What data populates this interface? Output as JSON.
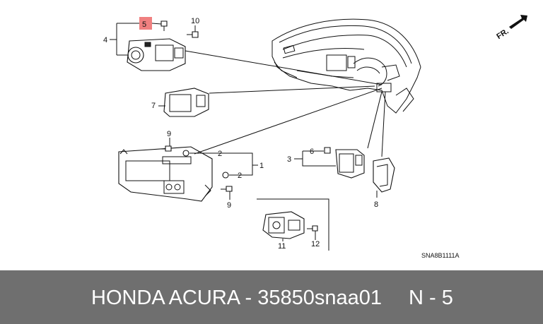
{
  "callouts": {
    "n1": "1",
    "n2a": "2",
    "n2b": "2",
    "n3": "3",
    "n4": "4",
    "n5": "5",
    "n6": "6",
    "n7": "7",
    "n8": "8",
    "n9a": "9",
    "n9b": "9",
    "n10": "10",
    "n11": "11",
    "n12": "12"
  },
  "direction_label": "FR.",
  "diagram_code": "SNA8B1111A",
  "highlight_color": "#f08080",
  "footer": {
    "part_text": "HONDA ACURA - 35850snaa01",
    "position_text": "N - 5",
    "background": "#6f6f6f"
  }
}
